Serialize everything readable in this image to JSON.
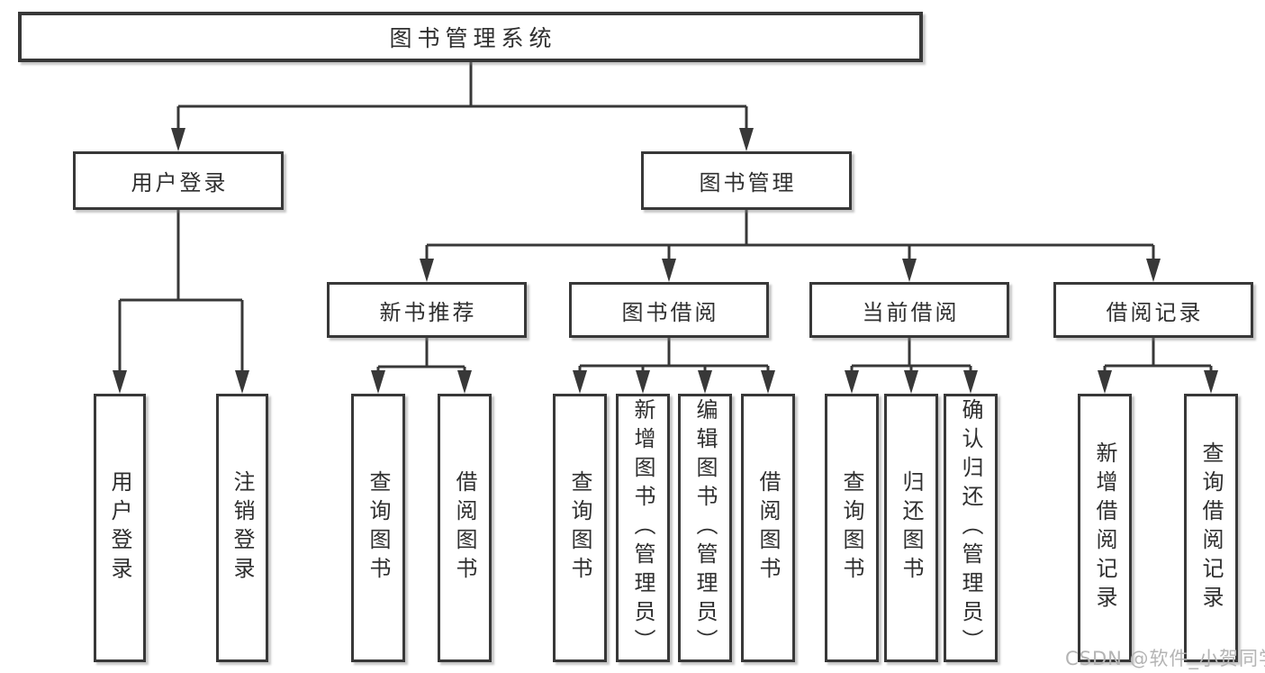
{
  "tree": {
    "root": {
      "label": "图书管理系统",
      "children": [
        {
          "label": "用户登录",
          "children": [
            {
              "label": "用户登录"
            },
            {
              "label": "注销登录"
            }
          ]
        },
        {
          "label": "图书管理",
          "children": [
            {
              "label": "新书推荐",
              "children": [
                {
                  "label": "查询图书"
                },
                {
                  "label": "借阅图书"
                }
              ]
            },
            {
              "label": "图书借阅",
              "children": [
                {
                  "label": "查询图书"
                },
                {
                  "label": "新增图书（管理员）"
                },
                {
                  "label": "编辑图书（管理员）"
                },
                {
                  "label": "借阅图书"
                }
              ]
            },
            {
              "label": "当前借阅",
              "children": [
                {
                  "label": "查询图书"
                },
                {
                  "label": "归还图书"
                },
                {
                  "label": "确认归还（管理员）"
                }
              ]
            },
            {
              "label": "借阅记录",
              "children": [
                {
                  "label": "新增借阅记录"
                },
                {
                  "label": "查询借阅记录"
                }
              ]
            }
          ]
        }
      ]
    }
  },
  "watermark": {
    "text": "CSDN @软件_小贺同学"
  },
  "colors": {
    "line": "#383838",
    "box_border": "#383838",
    "box_background": "#ffffff",
    "text": "#2f2f2f",
    "watermark": "#b4b4b4"
  }
}
